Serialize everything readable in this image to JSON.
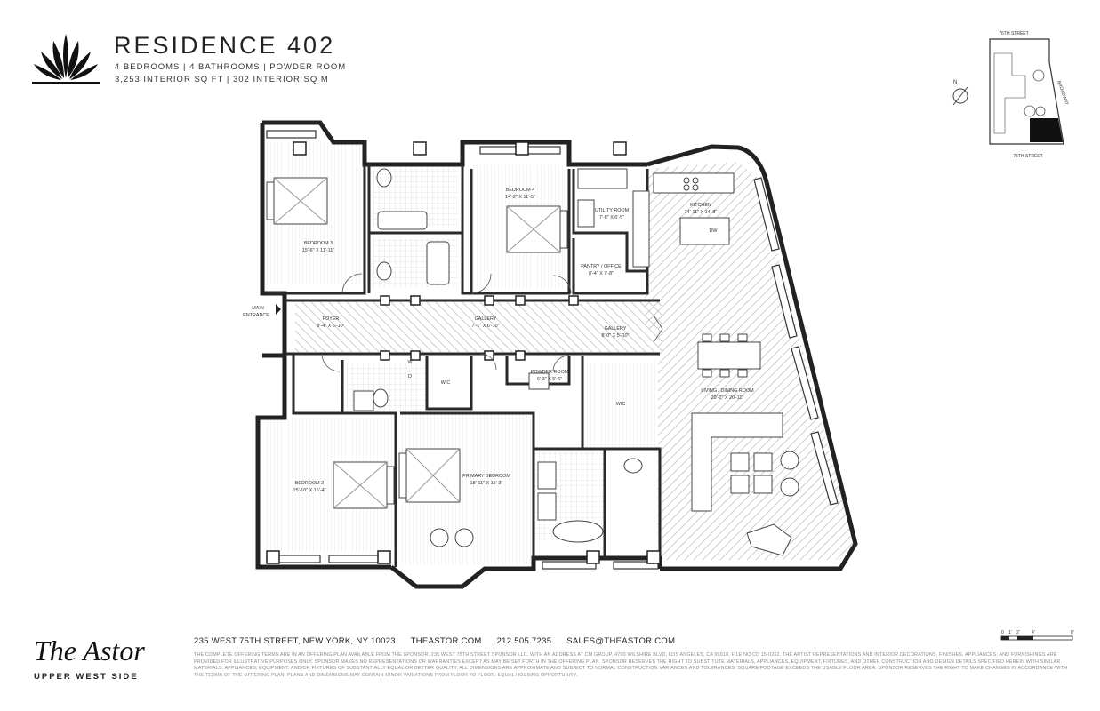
{
  "header": {
    "title": "RESIDENCE 402",
    "line1": "4 BEDROOMS | 4 BATHROOMS | POWDER ROOM",
    "line2": "3,253 INTERIOR SQ FT | 302 INTERIOR SQ M"
  },
  "rooms": {
    "bedroom3": {
      "name": "BEDROOM 3",
      "size": "15'-6\" X 11'-11\""
    },
    "bedroom4": {
      "name": "BEDROOM 4",
      "size": "14'-2\" X 11'-5\""
    },
    "utility": {
      "name": "UTILITY ROOM",
      "size": "7'-8\" X 6'-5\""
    },
    "kitchen": {
      "name": "KITCHEN",
      "size": "14'-11\" X 14'-8\""
    },
    "pantry": {
      "name": "PANTRY / OFFICE",
      "size": "8'-4\" X 7'-8\""
    },
    "foyer": {
      "name": "FOYER",
      "size": "9'-4\" X 6'-10\""
    },
    "gallery1": {
      "name": "GALLERY",
      "size": "7'-1\" X 6'-10\""
    },
    "gallery2": {
      "name": "GALLERY",
      "size": "8'-0\" X 5'-10\""
    },
    "powder": {
      "name": "POWDER ROOM",
      "size": "6'-3\" X 5'-6\""
    },
    "living": {
      "name": "LIVING / DINING ROOM",
      "size": "29'-2\" X 20'-11\""
    },
    "bedroom2": {
      "name": "BEDROOM 2",
      "size": "15'-10\" X 15'-4\""
    },
    "primary": {
      "name": "PRIMARY BEDROOM",
      "size": "18'-11\" X 15'-3\""
    },
    "wic1": "WIC",
    "wic2": "WIC",
    "dw": "DW",
    "wd1": "W",
    "wd2": "D"
  },
  "entrance": {
    "line1": "MAIN",
    "line2": "ENTRANCE"
  },
  "keyplan": {
    "north": "N",
    "street_top": "76TH STREET",
    "street_bottom": "75TH STREET",
    "avenue": "BROADWAY"
  },
  "brand": {
    "name": "The Astor",
    "sub": "UPPER WEST SIDE"
  },
  "contact": {
    "address": "235 WEST 75TH STREET, NEW YORK, NY 10023",
    "site": "THEASTOR.COM",
    "phone": "212.505.7235",
    "email": "SALES@THEASTOR.COM"
  },
  "disclaimer": "THE COMPLETE OFFERING TERMS ARE IN AN OFFERING PLAN AVAILABLE FROM THE SPONSOR. 235 WEST 75TH STREET SPONSOR LLC, WITH AN ADDRESS AT CM GROUP, 4700 WILSHIRE BLVD, LOS ANGELES, CA 90010. FILE NO CD 15-0262. THE ARTIST REPRESENTATIONS AND INTERIOR DECORATIONS, FINISHES, APPLIANCES, AND FURNISHINGS ARE PROVIDED FOR ILLUSTRATIVE PURPOSES ONLY. SPONSOR MAKES NO REPRESENTATIONS OR WARRANTIES EXCEPT AS MAY BE SET FORTH IN THE OFFERING PLAN. SPONSOR RESERVES THE RIGHT TO SUBSTITUTE MATERIALS, APPLIANCES, EQUIPMENT, FIXTURES, AND OTHER CONSTRUCTION AND DESIGN DETAILS SPECIFIED HEREIN WITH SIMILAR MATERIALS, APPLIANCES, EQUIPMENT, AND/OR FIXTURES OF SUBSTANTIALLY EQUAL OR BETTER QUALITY. ALL DIMENSIONS ARE APPROXIMATE AND SUBJECT TO NORMAL CONSTRUCTION VARIANCES AND TOLERANCES. SQUARE FOOTAGE EXCEEDS THE USABLE FLOOR AREA. SPONSOR RESERVES THE RIGHT TO MAKE CHANGES IN ACCORDANCE WITH THE TERMS OF THE OFFERING PLAN. PLANS AND DIMENSIONS MAY CONTAIN MINOR VARIATIONS FROM FLOOR TO FLOOR. EQUAL HOUSING OPPORTUNITY.",
  "scale": {
    "t0": "0",
    "t1": "1'",
    "t2": "2'",
    "t3": "4'",
    "t4": "8'"
  }
}
